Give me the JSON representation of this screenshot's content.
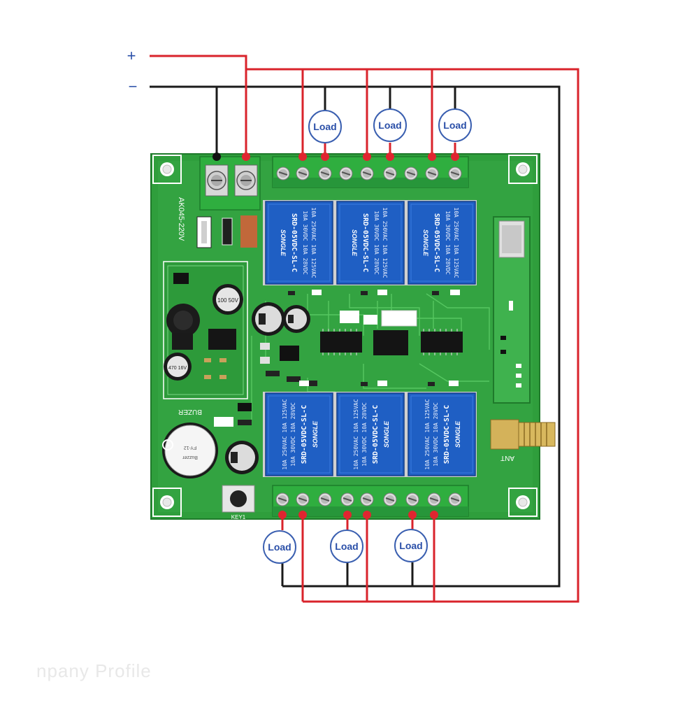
{
  "rails": {
    "positive_label": "+",
    "negative_label": "−"
  },
  "loads": {
    "label": "Load",
    "top": [
      "Load",
      "Load",
      "Load"
    ],
    "bottom": [
      "Load",
      "Load",
      "Load"
    ]
  },
  "board": {
    "model_text": "AK045-220V",
    "buzzer_label": "BUZER",
    "antenna_label": "ANT",
    "key_label": "KEY1",
    "relay_model_top": "SRD-05VDC-SL-C",
    "relay_model_bottom": "SRD-05VDC-SL-C",
    "relay_brand": "SONGLE",
    "relay_rating_1": "10A 250VAC 10A 125VAC",
    "relay_rating_2": "10A 30VDC 10A 28VDC",
    "cap_label_1": "100 50V",
    "cap_label_2": "470 16V"
  },
  "footer": {
    "text": "npany Profile"
  },
  "colors": {
    "positive_wire": "#d9232b",
    "negative_wire": "#1a1a1a",
    "board_green": "#2f9e3c",
    "terminal_green": "#2fae3f",
    "relay_blue": "#1f5fc4",
    "load_circle_stroke": "#3a5fb0",
    "load_text": "#2a4fa8"
  }
}
